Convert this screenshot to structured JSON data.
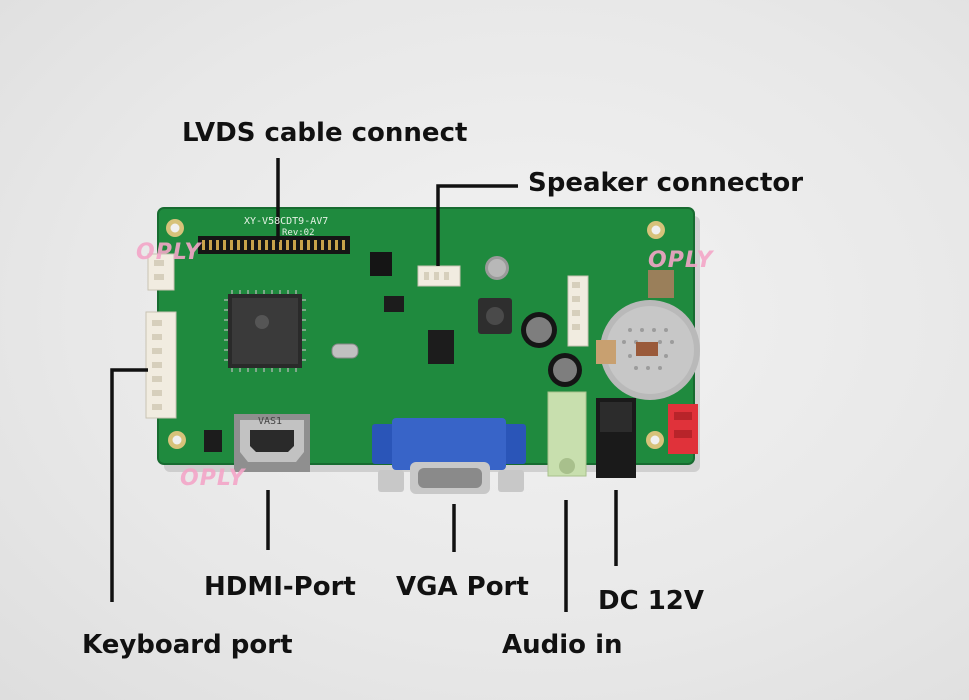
{
  "labels": {
    "lvds": "LVDS cable connect",
    "speaker": "Speaker connector",
    "keyboard": "Keyboard port",
    "hdmi": "HDMI-Port",
    "vga": "VGA Port",
    "audio": "Audio in",
    "dc": "DC 12V"
  },
  "watermark": "OPLY",
  "silkscreen": {
    "model": "XY-V58CDT9-AV7",
    "rev": "Rev:02",
    "vas": "VAS1"
  },
  "colors": {
    "pcb": "#1f8a3e",
    "hdmi_metal": "#a8a8a8",
    "vga_blue": "#2a55b8",
    "audio_jack": "#c8dfae",
    "dc_jack": "#1a1a1a",
    "power_header": "#e0323a"
  }
}
